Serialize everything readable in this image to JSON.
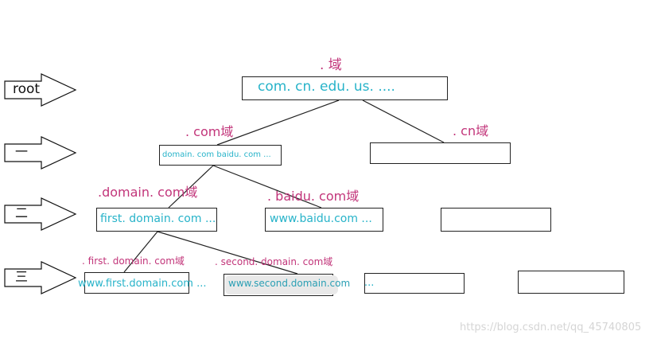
{
  "levels": {
    "root": "root",
    "one": "一",
    "two": "二",
    "three": "三"
  },
  "root_node": {
    "domain_label": ". 域",
    "content": "com.  cn.  edu.  us.   ...."
  },
  "level1": {
    "com": {
      "domain_label": ". com域",
      "content": "domain. com   baidu. com ..."
    },
    "cn": {
      "domain_label": ". cn域",
      "content": ""
    }
  },
  "level2": {
    "domain": {
      "domain_label": ".domain. com域",
      "content": "first. domain. com ..."
    },
    "baidu": {
      "domain_label": ". baidu. com域",
      "content": "www.baidu.com ..."
    },
    "empty": {
      "content": ""
    }
  },
  "level3": {
    "first": {
      "domain_label": ". first. domain. com域",
      "content": "www.first.domain.com ..."
    },
    "second": {
      "domain_label": ". second. domain. com域",
      "content": "www.second.domain.com"
    },
    "dots": {
      "content": "..."
    },
    "empty": {
      "content": ""
    }
  },
  "watermark": "https://blog.csdn.net/qq_45740805",
  "colors": {
    "label": "#c2357a",
    "content": "#27b3c9",
    "line": "#222222"
  }
}
